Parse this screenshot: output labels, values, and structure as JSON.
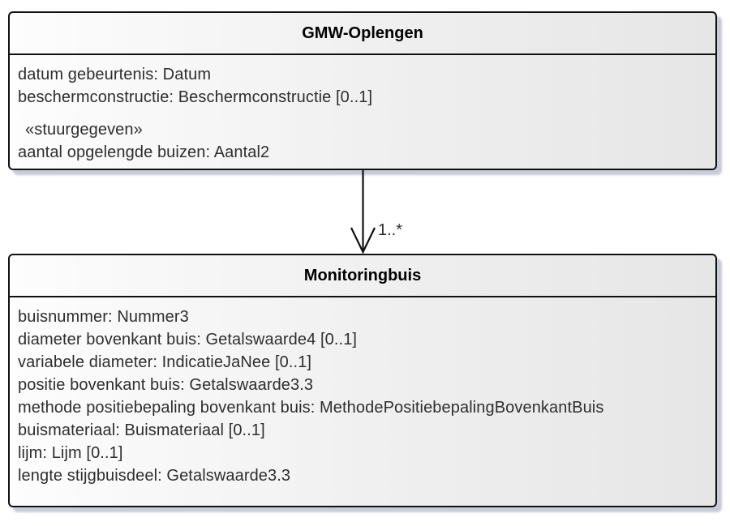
{
  "diagram": {
    "type": "uml-class-diagram",
    "colors": {
      "box_fill_left": "#fdfdfd",
      "box_fill_right": "#e6e6e6",
      "border": "#111111",
      "shadow": "#9aa2b8",
      "text": "#2e2e2e",
      "background": "#ffffff"
    }
  },
  "classes": [
    {
      "name": "GMW-Oplengen",
      "attributes": [
        "datum gebeurtenis: Datum",
        "beschermconstructie: Beschermconstructie [0..1]"
      ],
      "stereotype": "«stuurgegeven»",
      "stereotype_attributes": [
        "aantal opgelengde buizen: Aantal2"
      ]
    },
    {
      "name": "Monitoringbuis",
      "attributes": [
        "buisnummer: Nummer3",
        "diameter bovenkant buis: Getalswaarde4 [0..1]",
        "variabele diameter: IndicatieJaNee [0..1]",
        "positie bovenkant buis: Getalswaarde3.3",
        "methode positiebepaling bovenkant buis: MethodePositiebepalingBovenkantBuis",
        "buismateriaal: Buismateriaal [0..1]",
        "lijm: Lijm [0..1]",
        "lengte stijgbuisdeel: Getalswaarde3.3"
      ]
    }
  ],
  "connector": {
    "kind": "directed-association",
    "from": "GMW-Oplengen",
    "to": "Monitoringbuis",
    "multiplicity": "1..*"
  }
}
